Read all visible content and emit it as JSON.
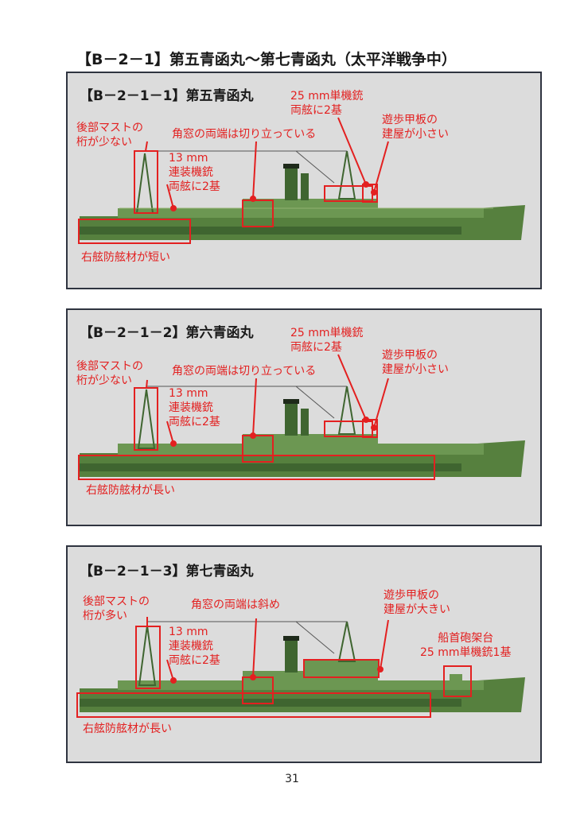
{
  "page_title": "【B－2－1】第五青函丸～第七青函丸（太平洋戦争中）",
  "page_number": "31",
  "colors": {
    "hull": "#56803e",
    "hull_dark": "#3f6530",
    "superstructure": "#6c9752",
    "highlight": "#e32020",
    "panel_bg": "#dcdcdc",
    "panel_border": "#2f3440"
  },
  "panels": [
    {
      "title": "【B－2－1－1】第五青函丸",
      "ann_aft_mast": [
        "後部マストの",
        "桁が少ない"
      ],
      "ann_window": "角窓の両端は切り立っている",
      "ann_gun13": [
        "13 mm",
        "連装機銃",
        "両舷に2基"
      ],
      "ann_gun25": [
        "25 mm単機銃",
        "両舷に2基"
      ],
      "ann_deckhouse": [
        "遊歩甲板の",
        "建屋が小さい"
      ],
      "ann_fender": "右舷防舷材が短い"
    },
    {
      "title": "【B－2－1－2】第六青函丸",
      "ann_aft_mast": [
        "後部マストの",
        "桁が少ない"
      ],
      "ann_window": "角窓の両端は切り立っている",
      "ann_gun13": [
        "13 mm",
        "連装機銃",
        "両舷に2基"
      ],
      "ann_gun25": [
        "25 mm単機銃",
        "両舷に2基"
      ],
      "ann_deckhouse": [
        "遊歩甲板の",
        "建屋が小さい"
      ],
      "ann_fender": "右舷防舷材が長い"
    },
    {
      "title": "【B－2－1－3】第七青函丸",
      "ann_aft_mast": [
        "後部マストの",
        "桁が多い"
      ],
      "ann_window": "角窓の両端は斜め",
      "ann_gun13": [
        "13 mm",
        "連装機銃",
        "両舷に2基"
      ],
      "ann_deckhouse": [
        "遊歩甲板の",
        "建屋が大きい"
      ],
      "ann_bow_gun": [
        "船首砲架台",
        "25 mm単機銃1基"
      ],
      "ann_fender": "右舷防舷材が長い"
    }
  ]
}
